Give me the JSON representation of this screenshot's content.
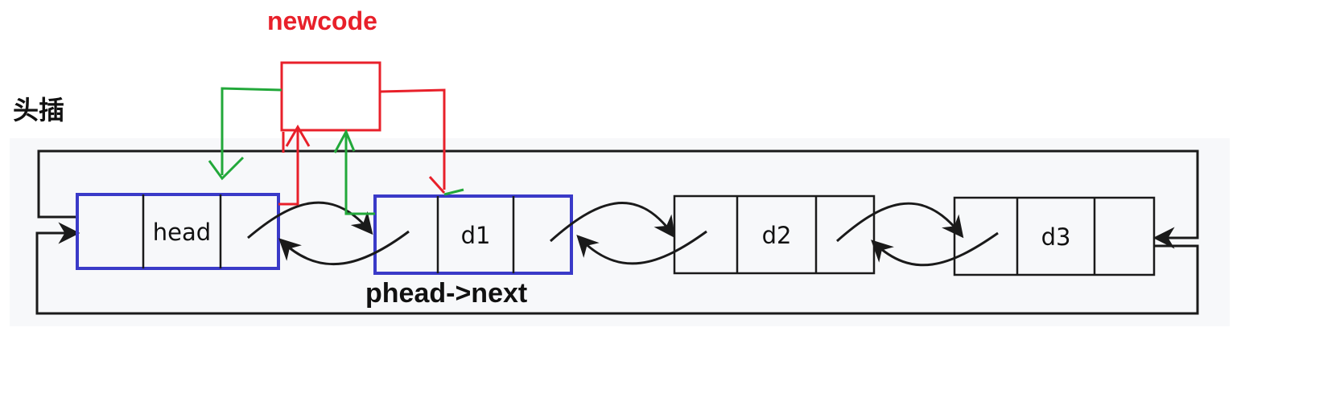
{
  "title": "头插",
  "new_node": {
    "label": "newcode",
    "color": "#e8202a"
  },
  "pointer_label": "phead->next",
  "nodes": [
    {
      "id": "head",
      "label": "head",
      "highlighted": true
    },
    {
      "id": "d1",
      "label": "d1",
      "highlighted": true
    },
    {
      "id": "d2",
      "label": "d2",
      "highlighted": false
    },
    {
      "id": "d3",
      "label": "d3",
      "highlighted": false
    }
  ],
  "colors": {
    "highlight_border": "#3a3ac8",
    "normal_border": "#1a1a1a",
    "new_link": "#e8202a",
    "new_link_back": "#22a83a"
  }
}
